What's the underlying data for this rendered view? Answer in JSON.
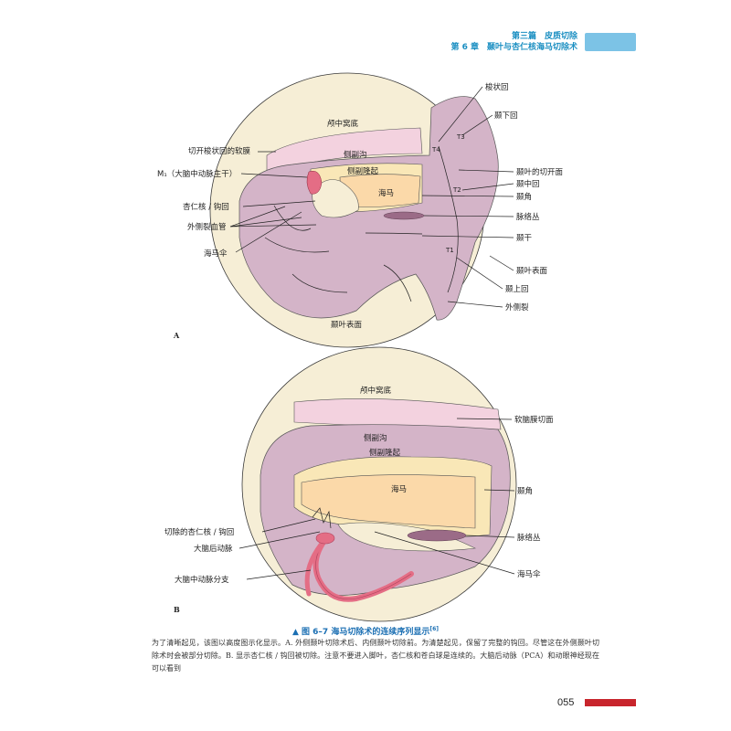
{
  "header": {
    "part": "第三篇　皮质切除",
    "chapter": "第 6 章　颞叶与杏仁核海马切除术"
  },
  "figure_a": {
    "panel": "A",
    "labels": {
      "parahippocampal_gyrus": "梭状回",
      "temporal_inferior_gyrus": "颞下回",
      "middle_fossa_floor": "颅中窝底",
      "cut_pia_fusiform": "切开梭状回的软膜",
      "lateral_ventricle_sulcus": "侧副沟",
      "m1": "M₁（大脑中动脉主干）",
      "collateral_eminence": "侧副隆起",
      "temporal_cut_surface": "颞叶的切开面",
      "middle_temporal_gyrus": "颞中回",
      "hippocampus": "海马",
      "amygdala_uncus": "杏仁核 / 钩回",
      "temporal_horn": "颞角",
      "sylvian_vessels": "外侧裂血管",
      "choroid_plexus": "脉络丛",
      "fimbria": "海马伞",
      "temporal_stem": "颞干",
      "temporal_lateral_surface": "颞叶表面",
      "superior_temporal_gyrus": "颞上回",
      "sylvian_fissure": "外侧裂",
      "temporal_surface_bottom": "颞叶表面"
    },
    "gyrus_tags": {
      "t4": "T4",
      "t3": "T3",
      "t2": "T2",
      "t1": "T1"
    }
  },
  "figure_b": {
    "panel": "B",
    "labels": {
      "middle_fossa_floor": "颅中窝底",
      "pia_cut_surface": "软脑膜切面",
      "lateral_ventricle_sulcus": "侧副沟",
      "collateral_eminence": "侧副隆起",
      "hippocampus": "海马",
      "temporal_horn": "颞角",
      "resected_amygdala": "切除的杏仁核 / 钩回",
      "choroid_plexus": "脉络丛",
      "pca": "大脑后动脉",
      "fimbria": "海马伞",
      "mca_branch": "大脑中动脉分支"
    }
  },
  "caption": {
    "number": "▲ 图 6–7",
    "title": "海马切除术的连续序列显示",
    "ref": "[6]"
  },
  "body_text": "为了清晰起见，该图以高度图示化显示。A. 外侧颞叶切除术后、内侧颞叶切除前。为清楚起见，保留了完整的钩回。尽管这在外侧颞叶切除术时会被部分切除。B. 显示杏仁核 / 钩回被切除。注意不要进入脚叶，杏仁核和苍白球是连续的。大脑后动脉（PCA）和动眼神经现在可以看到",
  "footer": {
    "page_number": "055"
  },
  "colors": {
    "background_disc": "#f6eed6",
    "brain": "#d4b4c8",
    "brain_dark": "#b08aa3",
    "ventricle": "#f9e7b7",
    "hippocampus": "#fbd9a9",
    "pia": "#f3d2df",
    "artery": "#e46d85",
    "header_blue": "#1b8fc2",
    "footer_red": "#c8252c"
  }
}
